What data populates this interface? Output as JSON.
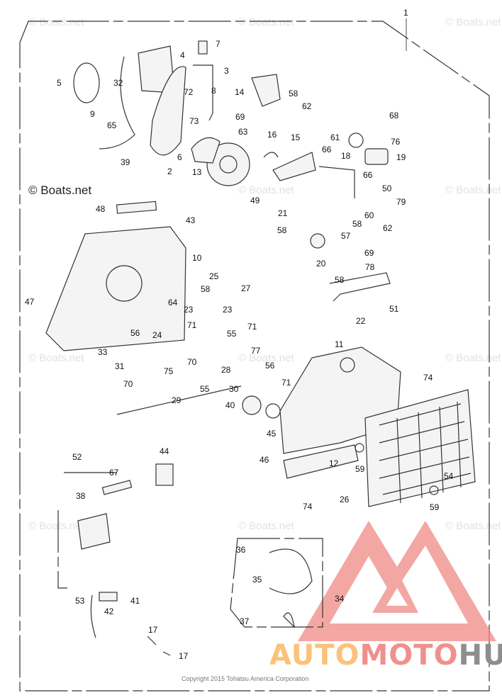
{
  "watermark": "© Boats.net",
  "copyright": "Copyright 2015 Tohatsu America Corporation",
  "brand": {
    "part1": "AUTO",
    "part2": "MOTO",
    "part3": "HUB"
  },
  "colors": {
    "brand_orange": "#fbc27a",
    "brand_red": "#f0908c",
    "brand_grey": "#8e8e8e"
  },
  "labels": [
    "1",
    "4",
    "7",
    "5",
    "3",
    "32",
    "72",
    "8",
    "14",
    "58",
    "62",
    "9",
    "69",
    "65",
    "73",
    "63",
    "68",
    "16",
    "15",
    "61",
    "76",
    "39",
    "6",
    "66",
    "18",
    "19",
    "2",
    "13",
    "66",
    "50",
    "49",
    "21",
    "60",
    "79",
    "48",
    "43",
    "58",
    "58",
    "62",
    "57",
    "69",
    "10",
    "20",
    "78",
    "25",
    "58",
    "27",
    "58",
    "47",
    "64",
    "23",
    "23",
    "51",
    "22",
    "56",
    "24",
    "71",
    "55",
    "71",
    "77",
    "33",
    "11",
    "31",
    "70",
    "75",
    "28",
    "56",
    "74",
    "70",
    "55",
    "30",
    "71",
    "29",
    "40",
    "45",
    "46",
    "52",
    "44",
    "67",
    "12",
    "59",
    "38",
    "54",
    "59",
    "26",
    "74",
    "53",
    "42",
    "41",
    "36",
    "35",
    "34",
    "37",
    "17",
    "17"
  ]
}
